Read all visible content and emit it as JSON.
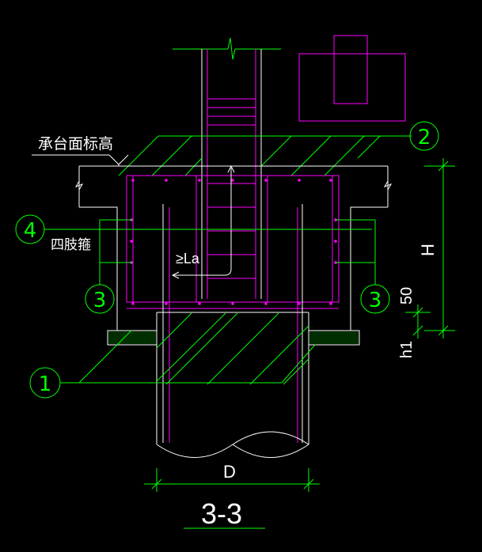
{
  "labels": {
    "cap_top_elevation": "承台面标高",
    "four_leg_stirrup": "四肢箍",
    "anchorage": "≥La",
    "height": "H",
    "offset_50": "50",
    "h1": "h1",
    "diameter": "D",
    "section_title": "3-3"
  },
  "bubbles": {
    "b1": "1",
    "b2": "2",
    "b3_left": "3",
    "b3_right": "3",
    "b4": "4"
  },
  "colors": {
    "background": "#000000",
    "leader_lines": "#00ff00",
    "outline": "#ffffff",
    "rebar": "#ff00ff"
  }
}
